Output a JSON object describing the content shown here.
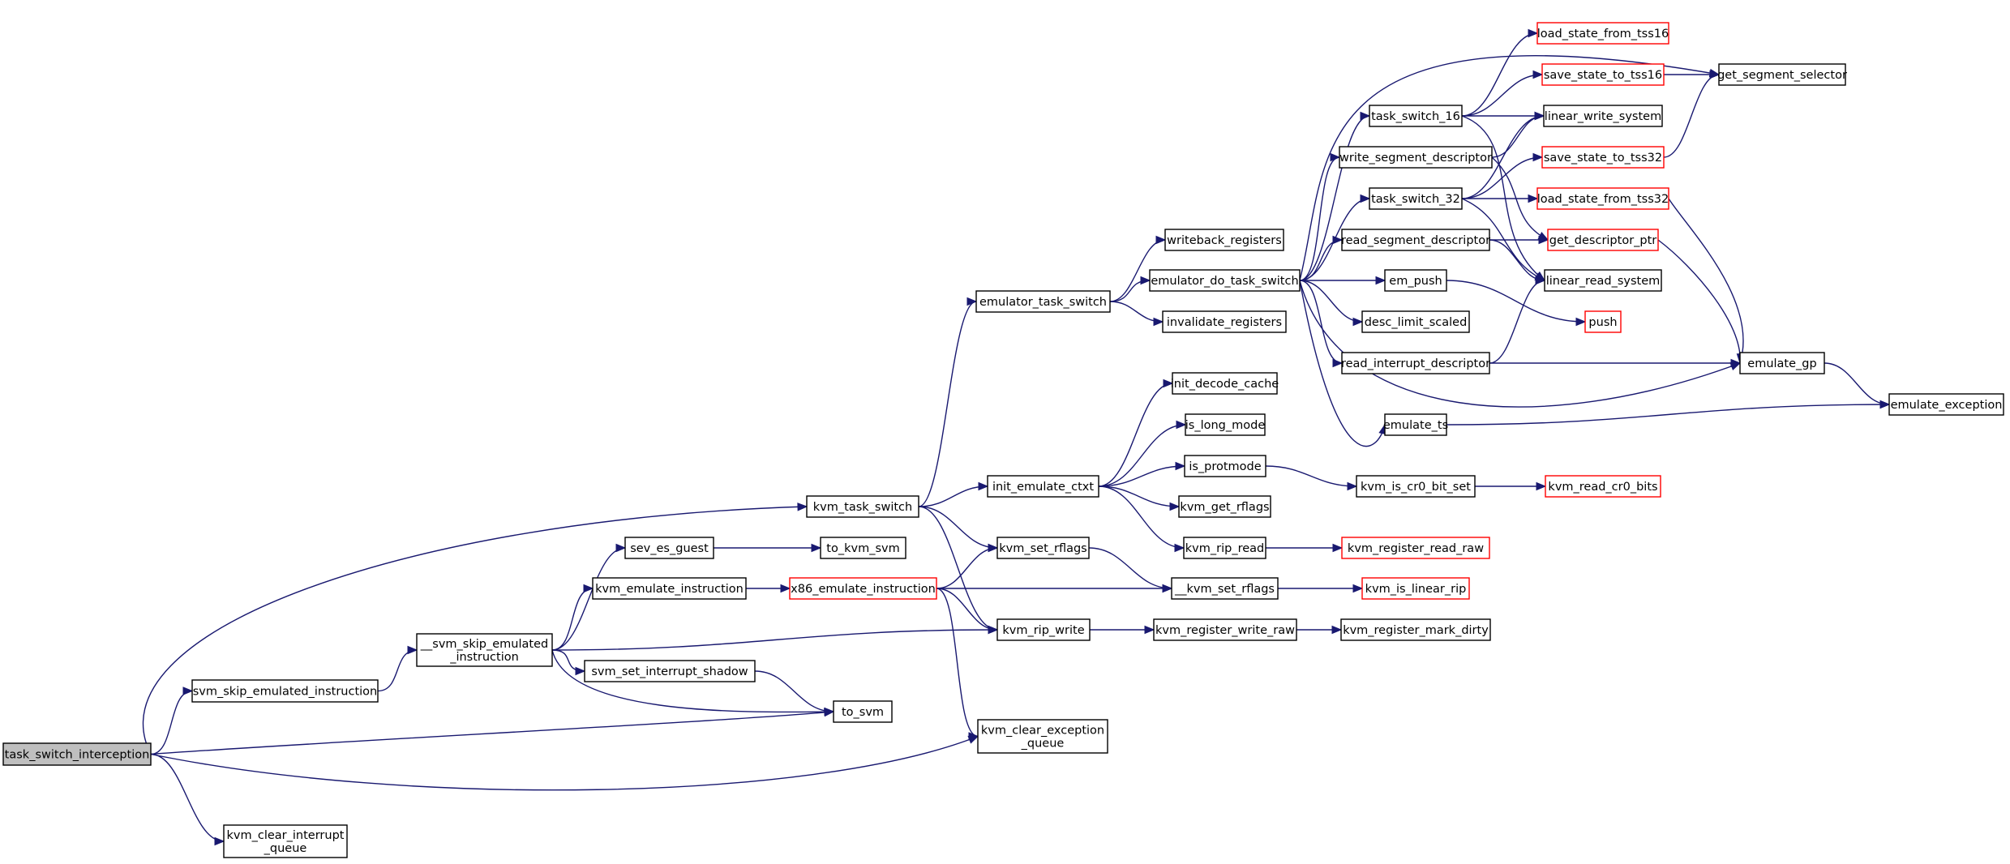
{
  "colors": {
    "edge": "#191970",
    "node_border": "#000000",
    "truncated_border": "#ff0000",
    "root_fill": "#bfbfbf"
  },
  "nodes": [
    {
      "id": "task_switch_interception",
      "lines": [
        "task_switch_interception"
      ],
      "root": true
    },
    {
      "id": "svm_skip_emulated_instruction",
      "lines": [
        "svm_skip_emulated_instruction"
      ]
    },
    {
      "id": "__svm_skip_emulated_instruction",
      "lines": [
        "__svm_skip_emulated",
        "_instruction"
      ]
    },
    {
      "id": "kvm_clear_interrupt_queue",
      "lines": [
        "kvm_clear_interrupt",
        "_queue"
      ]
    },
    {
      "id": "sev_es_guest",
      "lines": [
        "sev_es_guest"
      ]
    },
    {
      "id": "kvm_emulate_instruction",
      "lines": [
        "kvm_emulate_instruction"
      ]
    },
    {
      "id": "svm_set_interrupt_shadow",
      "lines": [
        "svm_set_interrupt_shadow"
      ]
    },
    {
      "id": "to_svm",
      "lines": [
        "to_svm"
      ]
    },
    {
      "id": "kvm_task_switch",
      "lines": [
        "kvm_task_switch"
      ]
    },
    {
      "id": "to_kvm_svm",
      "lines": [
        "to_kvm_svm"
      ]
    },
    {
      "id": "x86_emulate_instruction",
      "lines": [
        "x86_emulate_instruction"
      ],
      "truncated": true
    },
    {
      "id": "kvm_clear_exception_queue",
      "lines": [
        "kvm_clear_exception",
        "_queue"
      ]
    },
    {
      "id": "emulator_task_switch",
      "lines": [
        "emulator_task_switch"
      ]
    },
    {
      "id": "init_emulate_ctxt",
      "lines": [
        "init_emulate_ctxt"
      ]
    },
    {
      "id": "kvm_set_rflags",
      "lines": [
        "kvm_set_rflags"
      ]
    },
    {
      "id": "kvm_rip_write",
      "lines": [
        "kvm_rip_write"
      ]
    },
    {
      "id": "writeback_registers",
      "lines": [
        "writeback_registers"
      ]
    },
    {
      "id": "emulator_do_task_switch",
      "lines": [
        "emulator_do_task_switch"
      ]
    },
    {
      "id": "invalidate_registers",
      "lines": [
        "invalidate_registers"
      ]
    },
    {
      "id": "init_decode_cache",
      "lines": [
        "init_decode_cache"
      ]
    },
    {
      "id": "is_long_mode",
      "lines": [
        "is_long_mode"
      ]
    },
    {
      "id": "is_protmode",
      "lines": [
        "is_protmode"
      ]
    },
    {
      "id": "kvm_get_rflags",
      "lines": [
        "kvm_get_rflags"
      ]
    },
    {
      "id": "kvm_rip_read",
      "lines": [
        "kvm_rip_read"
      ]
    },
    {
      "id": "__kvm_set_rflags",
      "lines": [
        "__kvm_set_rflags"
      ]
    },
    {
      "id": "kvm_register_write_raw",
      "lines": [
        "kvm_register_write_raw"
      ]
    },
    {
      "id": "task_switch_16",
      "lines": [
        "task_switch_16"
      ]
    },
    {
      "id": "write_segment_descriptor",
      "lines": [
        "write_segment_descriptor"
      ]
    },
    {
      "id": "task_switch_32",
      "lines": [
        "task_switch_32"
      ]
    },
    {
      "id": "read_segment_descriptor",
      "lines": [
        "read_segment_descriptor"
      ]
    },
    {
      "id": "em_push",
      "lines": [
        "em_push"
      ]
    },
    {
      "id": "desc_limit_scaled",
      "lines": [
        "desc_limit_scaled"
      ]
    },
    {
      "id": "read_interrupt_descriptor",
      "lines": [
        "read_interrupt_descriptor"
      ]
    },
    {
      "id": "emulate_ts",
      "lines": [
        "emulate_ts"
      ]
    },
    {
      "id": "kvm_is_cr0_bit_set",
      "lines": [
        "kvm_is_cr0_bit_set"
      ]
    },
    {
      "id": "kvm_register_read_raw",
      "lines": [
        "kvm_register_read_raw"
      ],
      "truncated": true
    },
    {
      "id": "kvm_is_linear_rip",
      "lines": [
        "kvm_is_linear_rip"
      ],
      "truncated": true
    },
    {
      "id": "kvm_register_mark_dirty",
      "lines": [
        "kvm_register_mark_dirty"
      ]
    },
    {
      "id": "load_state_from_tss16",
      "lines": [
        "load_state_from_tss16"
      ],
      "truncated": true
    },
    {
      "id": "save_state_to_tss16",
      "lines": [
        "save_state_to_tss16"
      ],
      "truncated": true
    },
    {
      "id": "linear_write_system",
      "lines": [
        "linear_write_system"
      ]
    },
    {
      "id": "save_state_to_tss32",
      "lines": [
        "save_state_to_tss32"
      ],
      "truncated": true
    },
    {
      "id": "load_state_from_tss32",
      "lines": [
        "load_state_from_tss32"
      ],
      "truncated": true
    },
    {
      "id": "get_descriptor_ptr",
      "lines": [
        "get_descriptor_ptr"
      ],
      "truncated": true
    },
    {
      "id": "linear_read_system",
      "lines": [
        "linear_read_system"
      ]
    },
    {
      "id": "push",
      "lines": [
        "push"
      ],
      "truncated": true
    },
    {
      "id": "kvm_read_cr0_bits",
      "lines": [
        "kvm_read_cr0_bits"
      ],
      "truncated": true
    },
    {
      "id": "get_segment_selector",
      "lines": [
        "get_segment_selector"
      ]
    },
    {
      "id": "emulate_gp",
      "lines": [
        "emulate_gp"
      ]
    },
    {
      "id": "emulate_exception",
      "lines": [
        "emulate_exception"
      ]
    }
  ],
  "edges": [
    [
      "task_switch_interception",
      "svm_skip_emulated_instruction"
    ],
    [
      "task_switch_interception",
      "kvm_task_switch"
    ],
    [
      "task_switch_interception",
      "to_svm"
    ],
    [
      "task_switch_interception",
      "kvm_clear_exception_queue"
    ],
    [
      "task_switch_interception",
      "kvm_clear_interrupt_queue"
    ],
    [
      "svm_skip_emulated_instruction",
      "__svm_skip_emulated_instruction"
    ],
    [
      "__svm_skip_emulated_instruction",
      "sev_es_guest"
    ],
    [
      "__svm_skip_emulated_instruction",
      "kvm_emulate_instruction"
    ],
    [
      "__svm_skip_emulated_instruction",
      "kvm_rip_write"
    ],
    [
      "__svm_skip_emulated_instruction",
      "svm_set_interrupt_shadow"
    ],
    [
      "__svm_skip_emulated_instruction",
      "to_svm"
    ],
    [
      "sev_es_guest",
      "to_kvm_svm"
    ],
    [
      "kvm_emulate_instruction",
      "x86_emulate_instruction"
    ],
    [
      "svm_set_interrupt_shadow",
      "to_svm"
    ],
    [
      "kvm_task_switch",
      "emulator_task_switch"
    ],
    [
      "kvm_task_switch",
      "init_emulate_ctxt"
    ],
    [
      "kvm_task_switch",
      "kvm_set_rflags"
    ],
    [
      "kvm_task_switch",
      "kvm_rip_write"
    ],
    [
      "x86_emulate_instruction",
      "kvm_set_rflags"
    ],
    [
      "x86_emulate_instruction",
      "__kvm_set_rflags"
    ],
    [
      "x86_emulate_instruction",
      "kvm_rip_write"
    ],
    [
      "x86_emulate_instruction",
      "kvm_clear_exception_queue"
    ],
    [
      "emulator_task_switch",
      "writeback_registers"
    ],
    [
      "emulator_task_switch",
      "emulator_do_task_switch"
    ],
    [
      "emulator_task_switch",
      "invalidate_registers"
    ],
    [
      "init_emulate_ctxt",
      "init_decode_cache"
    ],
    [
      "init_emulate_ctxt",
      "is_long_mode"
    ],
    [
      "init_emulate_ctxt",
      "is_protmode"
    ],
    [
      "init_emulate_ctxt",
      "kvm_get_rflags"
    ],
    [
      "init_emulate_ctxt",
      "kvm_rip_read"
    ],
    [
      "kvm_set_rflags",
      "__kvm_set_rflags"
    ],
    [
      "kvm_rip_write",
      "kvm_register_write_raw"
    ],
    [
      "emulator_do_task_switch",
      "get_segment_selector"
    ],
    [
      "emulator_do_task_switch",
      "task_switch_16"
    ],
    [
      "emulator_do_task_switch",
      "write_segment_descriptor"
    ],
    [
      "emulator_do_task_switch",
      "task_switch_32"
    ],
    [
      "emulator_do_task_switch",
      "read_segment_descriptor"
    ],
    [
      "emulator_do_task_switch",
      "em_push"
    ],
    [
      "emulator_do_task_switch",
      "desc_limit_scaled"
    ],
    [
      "emulator_do_task_switch",
      "read_interrupt_descriptor"
    ],
    [
      "emulator_do_task_switch",
      "emulate_gp"
    ],
    [
      "emulator_do_task_switch",
      "emulate_ts"
    ],
    [
      "is_protmode",
      "kvm_is_cr0_bit_set"
    ],
    [
      "kvm_rip_read",
      "kvm_register_read_raw"
    ],
    [
      "__kvm_set_rflags",
      "kvm_is_linear_rip"
    ],
    [
      "kvm_register_write_raw",
      "kvm_register_mark_dirty"
    ],
    [
      "task_switch_16",
      "load_state_from_tss16"
    ],
    [
      "task_switch_16",
      "save_state_to_tss16"
    ],
    [
      "task_switch_16",
      "linear_write_system"
    ],
    [
      "task_switch_16",
      "linear_read_system"
    ],
    [
      "write_segment_descriptor",
      "get_descriptor_ptr"
    ],
    [
      "write_segment_descriptor",
      "linear_write_system"
    ],
    [
      "task_switch_32",
      "save_state_to_tss32"
    ],
    [
      "task_switch_32",
      "load_state_from_tss32"
    ],
    [
      "task_switch_32",
      "linear_write_system"
    ],
    [
      "task_switch_32",
      "linear_read_system"
    ],
    [
      "read_segment_descriptor",
      "get_descriptor_ptr"
    ],
    [
      "read_segment_descriptor",
      "linear_read_system"
    ],
    [
      "em_push",
      "push"
    ],
    [
      "read_interrupt_descriptor",
      "linear_read_system"
    ],
    [
      "read_interrupt_descriptor",
      "emulate_gp"
    ],
    [
      "emulate_ts",
      "emulate_exception"
    ],
    [
      "kvm_is_cr0_bit_set",
      "kvm_read_cr0_bits"
    ],
    [
      "save_state_to_tss16",
      "get_segment_selector"
    ],
    [
      "save_state_to_tss32",
      "get_segment_selector"
    ],
    [
      "load_state_from_tss32",
      "emulate_gp"
    ],
    [
      "get_descriptor_ptr",
      "emulate_gp"
    ],
    [
      "emulate_gp",
      "emulate_exception"
    ]
  ]
}
